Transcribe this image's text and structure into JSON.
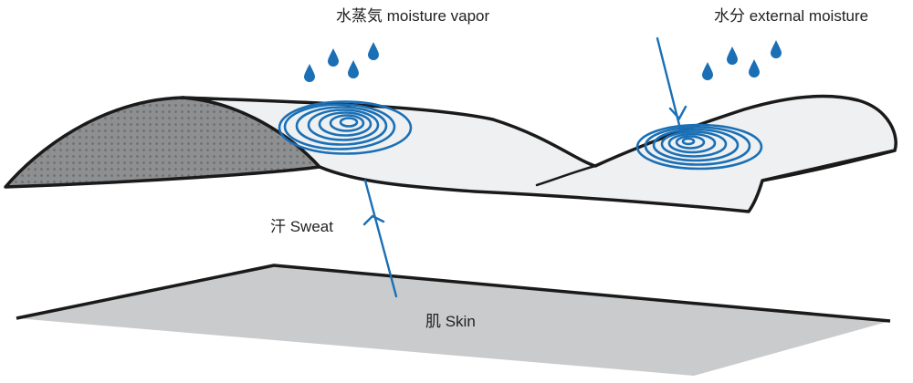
{
  "labels": {
    "vapor": "水蒸気 moisture vapor",
    "external": "水分 external moisture",
    "sweat": "汗 Sweat",
    "skin": "肌 Skin"
  },
  "colors": {
    "accent_blue": "#1a6fb5",
    "outline": "#1a1a1a",
    "membrane_fill": "#eef0f1",
    "fabric_fill": "#8d8f91",
    "skin_fill": "#c9cbcc"
  }
}
